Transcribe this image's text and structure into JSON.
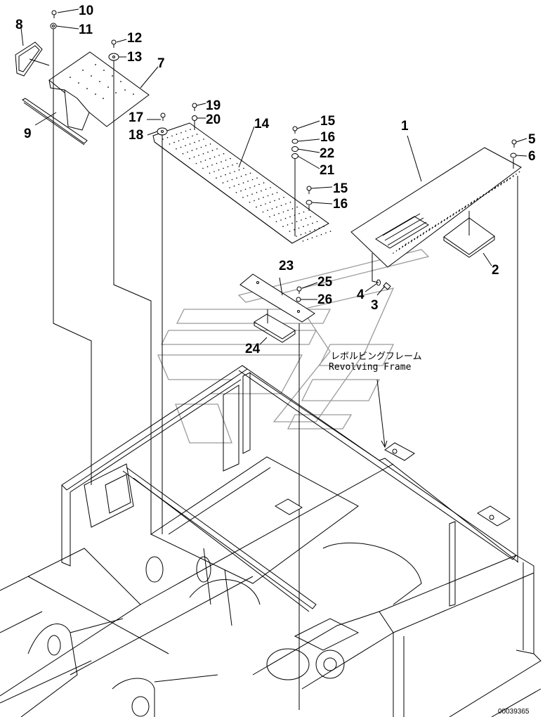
{
  "drawing": {
    "note_jp": "レボルビングフレーム",
    "note_en": "Revolving Frame",
    "drawing_number": "00039365",
    "colors": {
      "line": "#000000",
      "watermark": "#9a9a9a",
      "background": "#ffffff"
    }
  },
  "callouts": [
    {
      "id": "1",
      "text": "1"
    },
    {
      "id": "2",
      "text": "2"
    },
    {
      "id": "3",
      "text": "3"
    },
    {
      "id": "4",
      "text": "4"
    },
    {
      "id": "5",
      "text": "5"
    },
    {
      "id": "6",
      "text": "6"
    },
    {
      "id": "7",
      "text": "7"
    },
    {
      "id": "8",
      "text": "8"
    },
    {
      "id": "9",
      "text": "9"
    },
    {
      "id": "10",
      "text": "10"
    },
    {
      "id": "11",
      "text": "11"
    },
    {
      "id": "12",
      "text": "12"
    },
    {
      "id": "13",
      "text": "13"
    },
    {
      "id": "14",
      "text": "14"
    },
    {
      "id": "15a",
      "text": "15"
    },
    {
      "id": "16a",
      "text": "16"
    },
    {
      "id": "15b",
      "text": "15"
    },
    {
      "id": "16b",
      "text": "16"
    },
    {
      "id": "17",
      "text": "17"
    },
    {
      "id": "18",
      "text": "18"
    },
    {
      "id": "19",
      "text": "19"
    },
    {
      "id": "20",
      "text": "20"
    },
    {
      "id": "21",
      "text": "21"
    },
    {
      "id": "22",
      "text": "22"
    },
    {
      "id": "23",
      "text": "23"
    },
    {
      "id": "24",
      "text": "24"
    },
    {
      "id": "25",
      "text": "25"
    },
    {
      "id": "26",
      "text": "26"
    }
  ]
}
